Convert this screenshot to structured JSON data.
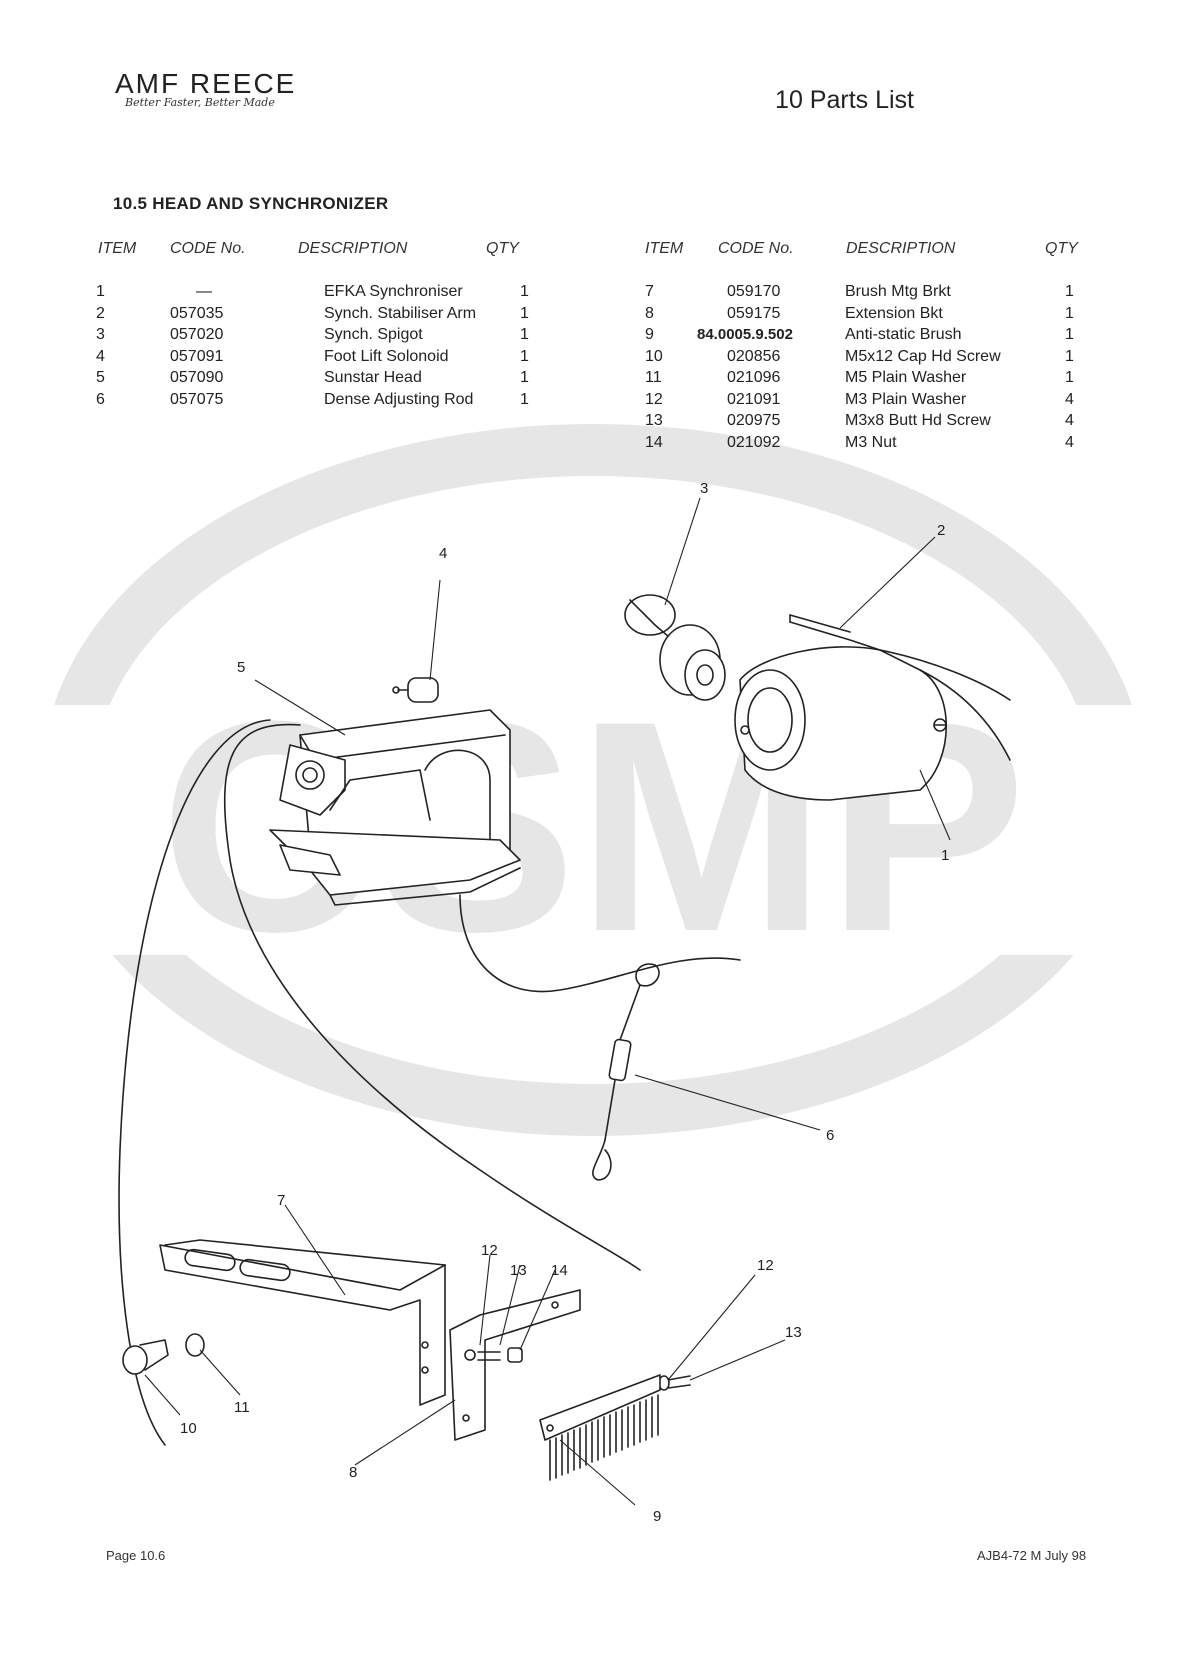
{
  "header": {
    "logo_text": "AMF REECE",
    "logo_tagline": "Better Faster, Better Made",
    "section": "10 Parts List"
  },
  "watermark_text": "CSMP",
  "heading": "10.5 HEAD AND SYNCHRONIZER",
  "columns": {
    "item": "ITEM",
    "code": "CODE No.",
    "description": "DESCRIPTION",
    "qty": "QTY"
  },
  "parts_left": [
    {
      "item": "1",
      "code": "—",
      "description": "EFKA Synchroniser",
      "qty": "1"
    },
    {
      "item": "2",
      "code": "057035",
      "description": "Synch. Stabiliser Arm",
      "qty": "1"
    },
    {
      "item": "3",
      "code": "057020",
      "description": "Synch. Spigot",
      "qty": "1"
    },
    {
      "item": "4",
      "code": "057091",
      "description": "Foot Lift Solonoid",
      "qty": "1"
    },
    {
      "item": "5",
      "code": "057090",
      "description": "Sunstar Head",
      "qty": "1"
    },
    {
      "item": "6",
      "code": "057075",
      "description": "Dense Adjusting Rod",
      "qty": "1"
    }
  ],
  "parts_right": [
    {
      "item": "7",
      "code": "059170",
      "description": "Brush Mtg Brkt",
      "qty": "1"
    },
    {
      "item": "8",
      "code": "059175",
      "description": "Extension Bkt",
      "qty": "1"
    },
    {
      "item": "9",
      "code": "84.0005.9.502",
      "description": "Anti-static Brush",
      "qty": "1"
    },
    {
      "item": "10",
      "code": "020856",
      "description": "M5x12 Cap Hd Screw",
      "qty": "1"
    },
    {
      "item": "11",
      "code": "021096",
      "description": "M5 Plain Washer",
      "qty": "1"
    },
    {
      "item": "12",
      "code": "021091",
      "description": "M3 Plain Washer",
      "qty": "4"
    },
    {
      "item": "13",
      "code": "020975",
      "description": "M3x8 Butt Hd Screw",
      "qty": "4"
    },
    {
      "item": "14",
      "code": "021092",
      "description": "M3 Nut",
      "qty": "4"
    }
  ],
  "callouts": {
    "c1": "1",
    "c2": "2",
    "c3": "3",
    "c4": "4",
    "c5": "5",
    "c6": "6",
    "c7": "7",
    "c8": "8",
    "c9": "9",
    "c10": "10",
    "c11": "11",
    "c12a": "12",
    "c12b": "12",
    "c13a": "13",
    "c13b": "13",
    "c14": "14"
  },
  "footer": {
    "page": "Page 10.6",
    "doc_ref": "AJB4-72 M July 98"
  },
  "colors": {
    "watermark": "#e6e6e6",
    "ink": "#222222"
  }
}
